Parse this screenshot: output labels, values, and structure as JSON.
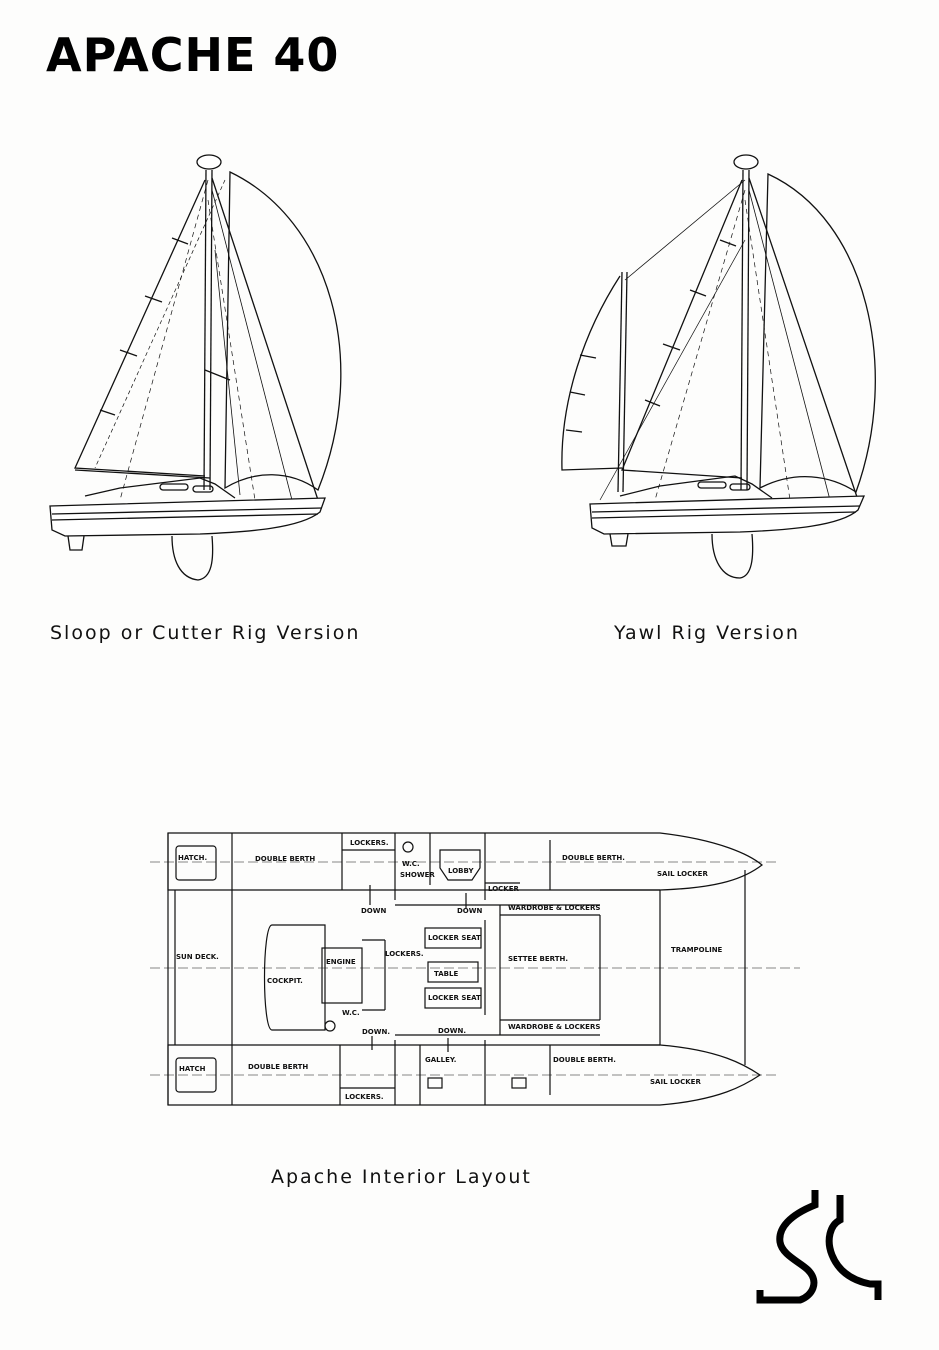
{
  "title": "APACHE 40",
  "captions": {
    "sloop": "Sloop or Cutter Rig Version",
    "yawl": "Yawl Rig Version",
    "interior": "Apache Interior Layout"
  },
  "plan_labels": {
    "hatch_top": "HATCH.",
    "double_berth_top_left": "DOUBLE BERTH",
    "lockers_top": "LOCKERS.",
    "wc_shower": "W.C.",
    "shower": "SHOWER",
    "lobby": "LOBBY",
    "locker_top": "LOCKER",
    "double_berth_top_right": "DOUBLE BERTH.",
    "sail_locker_top": "SAIL LOCKER",
    "down_1": "DOWN",
    "down_2": "DOWN",
    "wardrobe_top": "WARDROBE & LOCKERS",
    "sun_deck": "SUN DECK.",
    "engine": "ENGINE",
    "lockers_mid": "LOCKERS.",
    "locker_seat_top": "LOCKER SEAT",
    "table": "TABLE",
    "locker_seat_bottom": "LOCKER SEAT",
    "settee_berth": "SETTEE BERTH.",
    "trampoline": "TRAMPOLINE",
    "cockpit": "COCKPIT.",
    "wc_bottom": "W.C.",
    "down_3": "DOWN.",
    "down_4": "DOWN.",
    "wardrobe_bottom": "WARDROBE & LOCKERS",
    "hatch_bottom": "HATCH",
    "double_berth_bottom_left": "DOUBLE BERTH",
    "galley": "GALLEY.",
    "double_berth_bottom_right": "DOUBLE BERTH.",
    "sail_locker_bottom": "SAIL LOCKER",
    "lockers_bottom": "LOCKERS."
  },
  "logo_text": "SC"
}
